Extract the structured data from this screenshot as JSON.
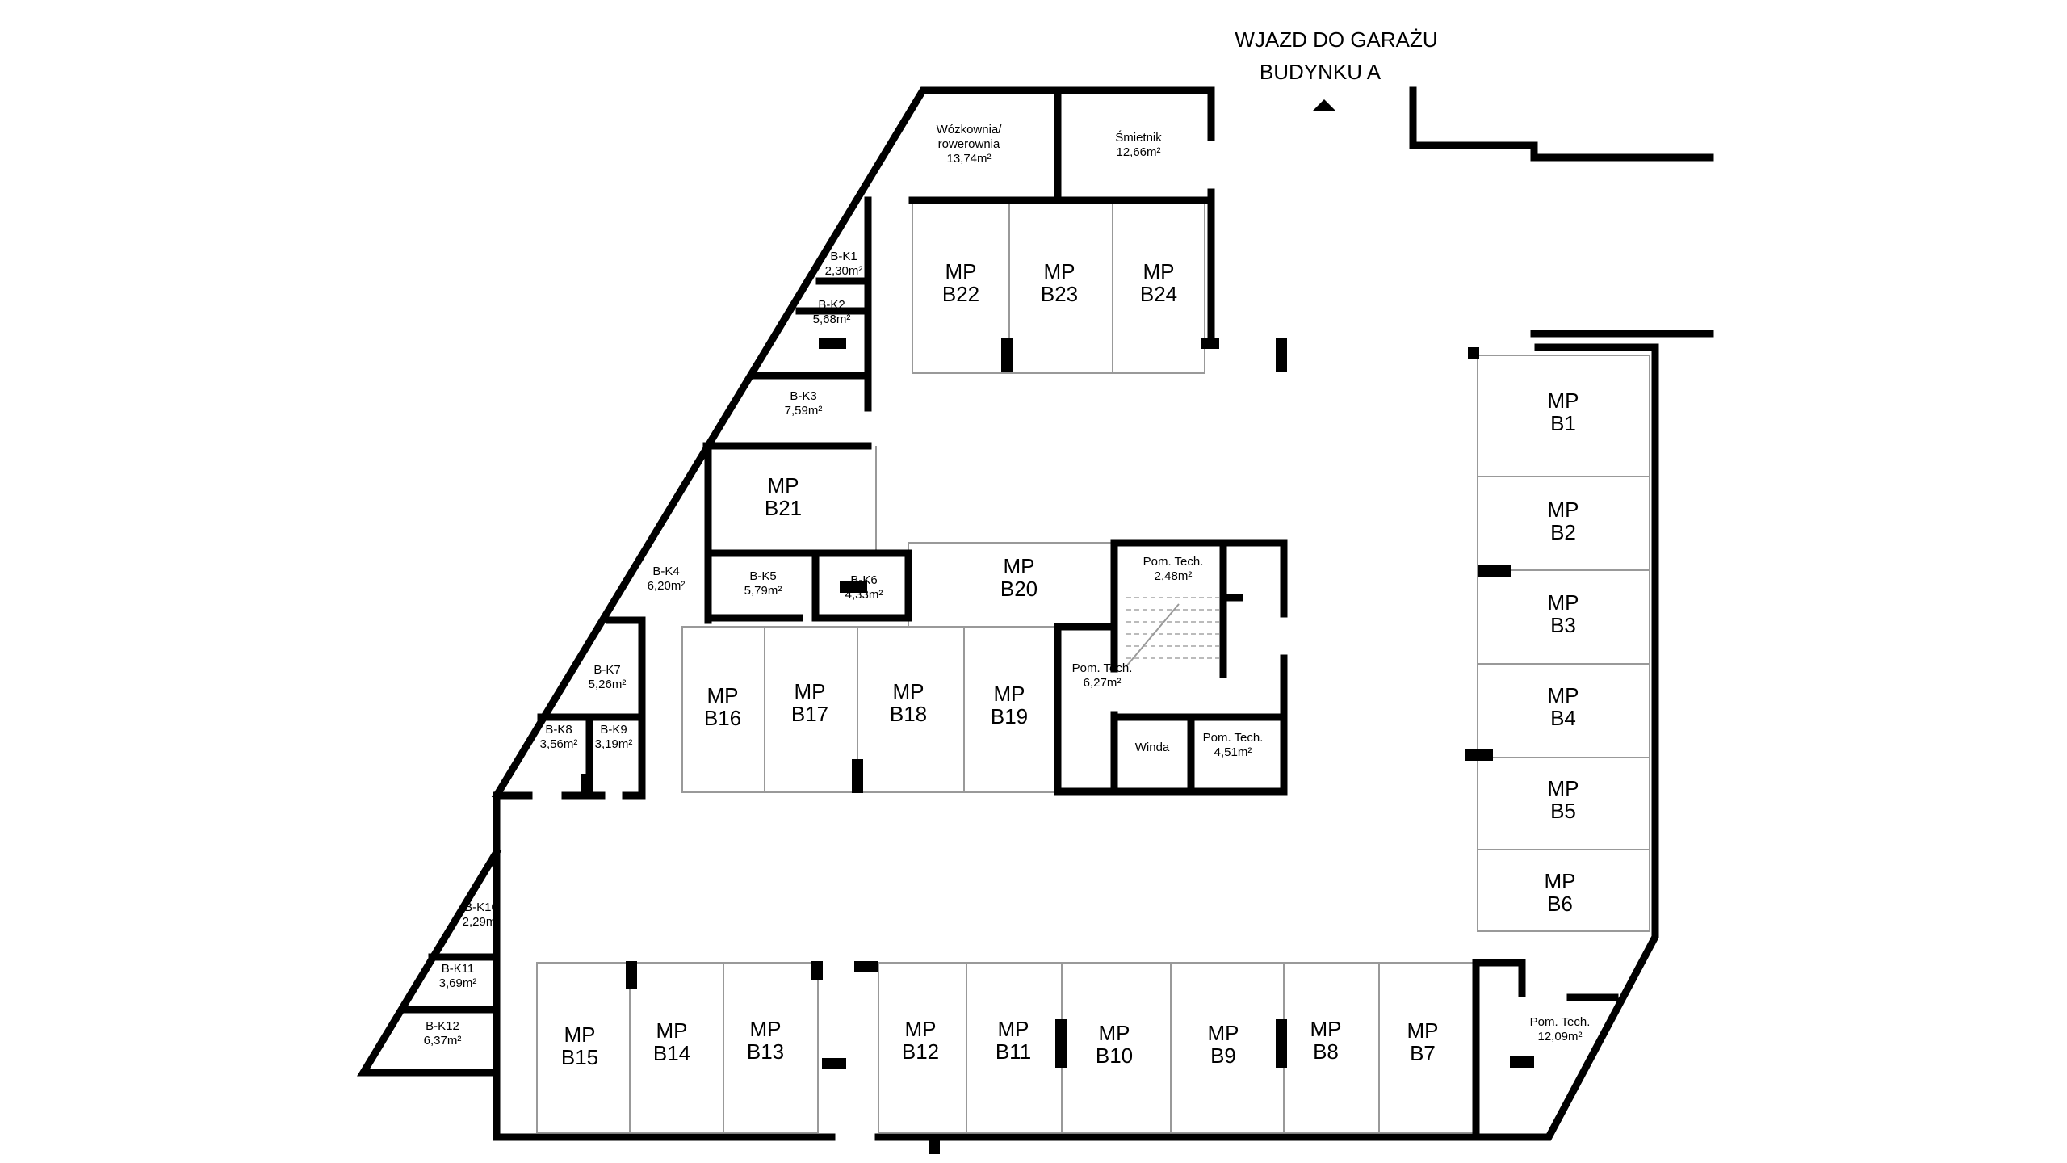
{
  "entrance": {
    "line1": "WJAZD DO GARAŻU",
    "line2": "BUDYNKU A"
  },
  "spots": [
    {
      "id": "b22",
      "l1": "MP",
      "l2": "B22"
    },
    {
      "id": "b23",
      "l1": "MP",
      "l2": "B23"
    },
    {
      "id": "b24",
      "l1": "MP",
      "l2": "B24"
    },
    {
      "id": "b21",
      "l1": "MP",
      "l2": "B21"
    },
    {
      "id": "b20",
      "l1": "MP",
      "l2": "B20"
    },
    {
      "id": "b16",
      "l1": "MP",
      "l2": "B16"
    },
    {
      "id": "b17",
      "l1": "MP",
      "l2": "B17"
    },
    {
      "id": "b18",
      "l1": "MP",
      "l2": "B18"
    },
    {
      "id": "b19",
      "l1": "MP",
      "l2": "B19"
    },
    {
      "id": "b1",
      "l1": "MP",
      "l2": "B1"
    },
    {
      "id": "b2",
      "l1": "MP",
      "l2": "B2"
    },
    {
      "id": "b3",
      "l1": "MP",
      "l2": "B3"
    },
    {
      "id": "b4",
      "l1": "MP",
      "l2": "B4"
    },
    {
      "id": "b5",
      "l1": "MP",
      "l2": "B5"
    },
    {
      "id": "b6",
      "l1": "MP",
      "l2": "B6"
    },
    {
      "id": "b15",
      "l1": "MP",
      "l2": "B15"
    },
    {
      "id": "b14",
      "l1": "MP",
      "l2": "B14"
    },
    {
      "id": "b13",
      "l1": "MP",
      "l2": "B13"
    },
    {
      "id": "b12",
      "l1": "MP",
      "l2": "B12"
    },
    {
      "id": "b11",
      "l1": "MP",
      "l2": "B11"
    },
    {
      "id": "b10",
      "l1": "MP",
      "l2": "B10"
    },
    {
      "id": "b9",
      "l1": "MP",
      "l2": "B9"
    },
    {
      "id": "b8",
      "l1": "MP",
      "l2": "B8"
    },
    {
      "id": "b7",
      "l1": "MP",
      "l2": "B7"
    }
  ],
  "rooms": [
    {
      "id": "wozkownia",
      "lines": [
        "Wózkownia/",
        "rowerownia",
        "13,74m²"
      ]
    },
    {
      "id": "smietnik",
      "lines": [
        "Śmietnik",
        "12,66m²"
      ]
    },
    {
      "id": "bk1",
      "lines": [
        "B-K1",
        "2,30m²"
      ]
    },
    {
      "id": "bk2",
      "lines": [
        "B-K2",
        "5,68m²"
      ]
    },
    {
      "id": "bk3",
      "lines": [
        "B-K3",
        "7,59m²"
      ]
    },
    {
      "id": "bk4",
      "lines": [
        "B-K4",
        "6,20m²"
      ]
    },
    {
      "id": "bk5",
      "lines": [
        "B-K5",
        "5,79m²"
      ]
    },
    {
      "id": "bk6",
      "lines": [
        "B-K6",
        "4,33m²"
      ]
    },
    {
      "id": "bk7",
      "lines": [
        "B-K7",
        "5,26m²"
      ]
    },
    {
      "id": "bk8",
      "lines": [
        "B-K8",
        "3,56m²"
      ]
    },
    {
      "id": "bk9",
      "lines": [
        "B-K9",
        "3,19m²"
      ]
    },
    {
      "id": "bk10",
      "lines": [
        "B-K10",
        "2,29m²"
      ]
    },
    {
      "id": "bk11",
      "lines": [
        "B-K11",
        "3,69m²"
      ]
    },
    {
      "id": "bk12",
      "lines": [
        "B-K12",
        "6,37m²"
      ]
    },
    {
      "id": "pt1",
      "lines": [
        "Pom. Tech.",
        "2,48m²"
      ]
    },
    {
      "id": "pt2",
      "lines": [
        "Pom. Tech.",
        "6,27m²"
      ]
    },
    {
      "id": "winda",
      "lines": [
        "Winda"
      ]
    },
    {
      "id": "pt3",
      "lines": [
        "Pom. Tech.",
        "4,51m²"
      ]
    },
    {
      "id": "pt4",
      "lines": [
        "Pom. Tech.",
        "12,09m²"
      ]
    }
  ]
}
